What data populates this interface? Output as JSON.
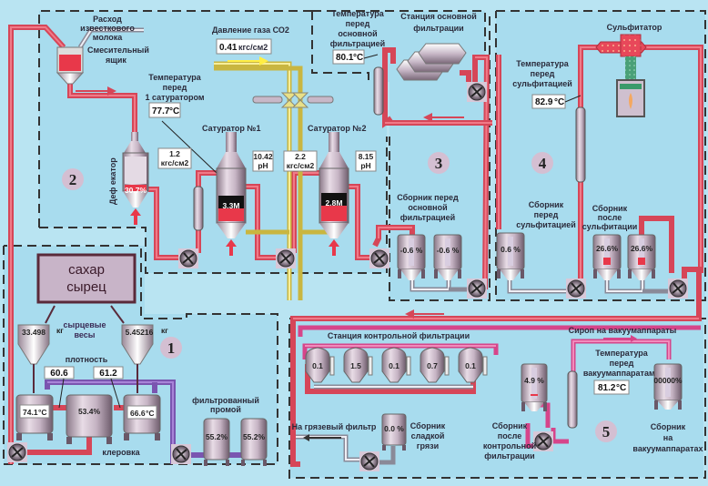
{
  "colors": {
    "background": "#b9e4f2",
    "pipe_red": "#d64658",
    "pipe_co2": "#c9b640",
    "pipe_syrup": "#d6458a",
    "pipe_purple": "#7a55b0",
    "tank_body": "#b8a8b8",
    "level_red": "#e8384a"
  },
  "header": {
    "lime_milk_flow_label": "Расход известкового молока",
    "co2_pressure_label": "Давление газа СО2",
    "co2_pressure_value": "0.41",
    "co2_pressure_unit": "кгс/см2"
  },
  "zones": [
    {
      "number": "1"
    },
    {
      "number": "2"
    },
    {
      "number": "3"
    },
    {
      "number": "4"
    },
    {
      "number": "5"
    }
  ],
  "zone2": {
    "mixing_box_label_1": "Смесительный",
    "mixing_box_label_2": "ящик",
    "temp_before_sat1_label_1": "Температура",
    "temp_before_sat1_label_2": "перед",
    "temp_before_sat1_label_3": "1 сатуратором",
    "temp_before_sat1_value": "77.7",
    "temp_unit": "°C",
    "defecator_label": "Деф екатор",
    "defecator_level": "30.7%",
    "saturator1_label": "Сатуратор №1",
    "saturator1_pressure_value": "1.2",
    "saturator1_pressure_unit": "кгс/см2",
    "saturator1_ph_value": "10.42",
    "saturator1_ph_unit": "pH",
    "saturator1_level": "3.3M",
    "saturator2_label": "Сатуратор №2",
    "saturator2_pressure_value": "2.2",
    "saturator2_pressure_unit": "кгс/см2",
    "saturator2_ph_value": "8.15",
    "saturator2_ph_unit": "pH",
    "saturator2_level": "2.8M"
  },
  "zone3": {
    "main_filtration_label_1": "Станция основной",
    "main_filtration_label_2": "фильтрации",
    "temp_label_1": "Температура",
    "temp_label_2": "перед",
    "temp_label_3": "основной",
    "temp_label_4": "фильтрацией",
    "temp_value": "80.1",
    "temp_unit": "°C",
    "collector_label_1": "Сборник перед",
    "collector_label_2": "основной",
    "collector_label_3": "фильтрацией",
    "tank1_level": "-0.6 %",
    "tank2_level": "-0.6 %"
  },
  "zone4": {
    "sulfitator_label": "Сульфитатор",
    "temp_label_1": "Температура",
    "temp_label_2": "перед",
    "temp_label_3": "сульфитацией",
    "temp_value": "82.9",
    "temp_unit": "°C",
    "collector_before_label_1": "Сборник",
    "collector_before_label_2": "перед",
    "collector_before_label_3": "сульфитацией",
    "collector_before_level": "0.6 %",
    "collector_after_label_1": "Сборник",
    "collector_after_label_2": "после",
    "collector_after_label_3": "сульфитации",
    "tank1_level": "26.6%",
    "tank2_level": "26.6%"
  },
  "zone1": {
    "raw_sugar_label_1": "сахар",
    "raw_sugar_label_2": "сырец",
    "scale_label_1": "сырцевые",
    "scale_label_2": "весы",
    "scale1_value": "33.498",
    "scale2_value": "5.45216",
    "weight_unit": "кг",
    "density_label": "плотность",
    "density1_value": "60.6",
    "density2_value": "61.2",
    "tank1_temp": "74.1",
    "tank2_level": "53.4%",
    "tank3_temp": "66.6",
    "temp_unit": "°C",
    "clarification_label": "клеровка",
    "filtered_wash_label_1": "фильтрованный",
    "filtered_wash_label_2": "промой",
    "wash_tank1_level": "55.2%",
    "wash_tank2_level": "55.2%"
  },
  "zone5": {
    "control_filtration_label": "Станция контрольной фильтрации",
    "filters": [
      {
        "value": "0.1"
      },
      {
        "value": "1.5"
      },
      {
        "value": "0.1"
      },
      {
        "value": "0.7"
      },
      {
        "value": "0.1"
      }
    ],
    "to_mud_filter_label": "На грязевый фильтр",
    "sweet_mud_level": "0.0 %",
    "sweet_mud_label_1": "Сборник",
    "sweet_mud_label_2": "сладкой",
    "sweet_mud_label_3": "грязи",
    "after_control_level": "4.9 %",
    "after_control_label_1": "Сборник",
    "after_control_label_2": "после",
    "after_control_label_3": "контрольной",
    "after_control_label_4": "фильтрации",
    "syrup_label": "Сироп на вакуумаппараты",
    "temp_label_1": "Температура",
    "temp_label_2": "перед",
    "temp_label_3": "вакуумаппаратами",
    "temp_value": "81.2",
    "temp_unit": "°C",
    "vacuum_collector_level": "00000%",
    "vacuum_collector_label_1": "Сборник",
    "vacuum_collector_label_2": "на",
    "vacuum_collector_label_3": "вакуумаппаратах"
  }
}
